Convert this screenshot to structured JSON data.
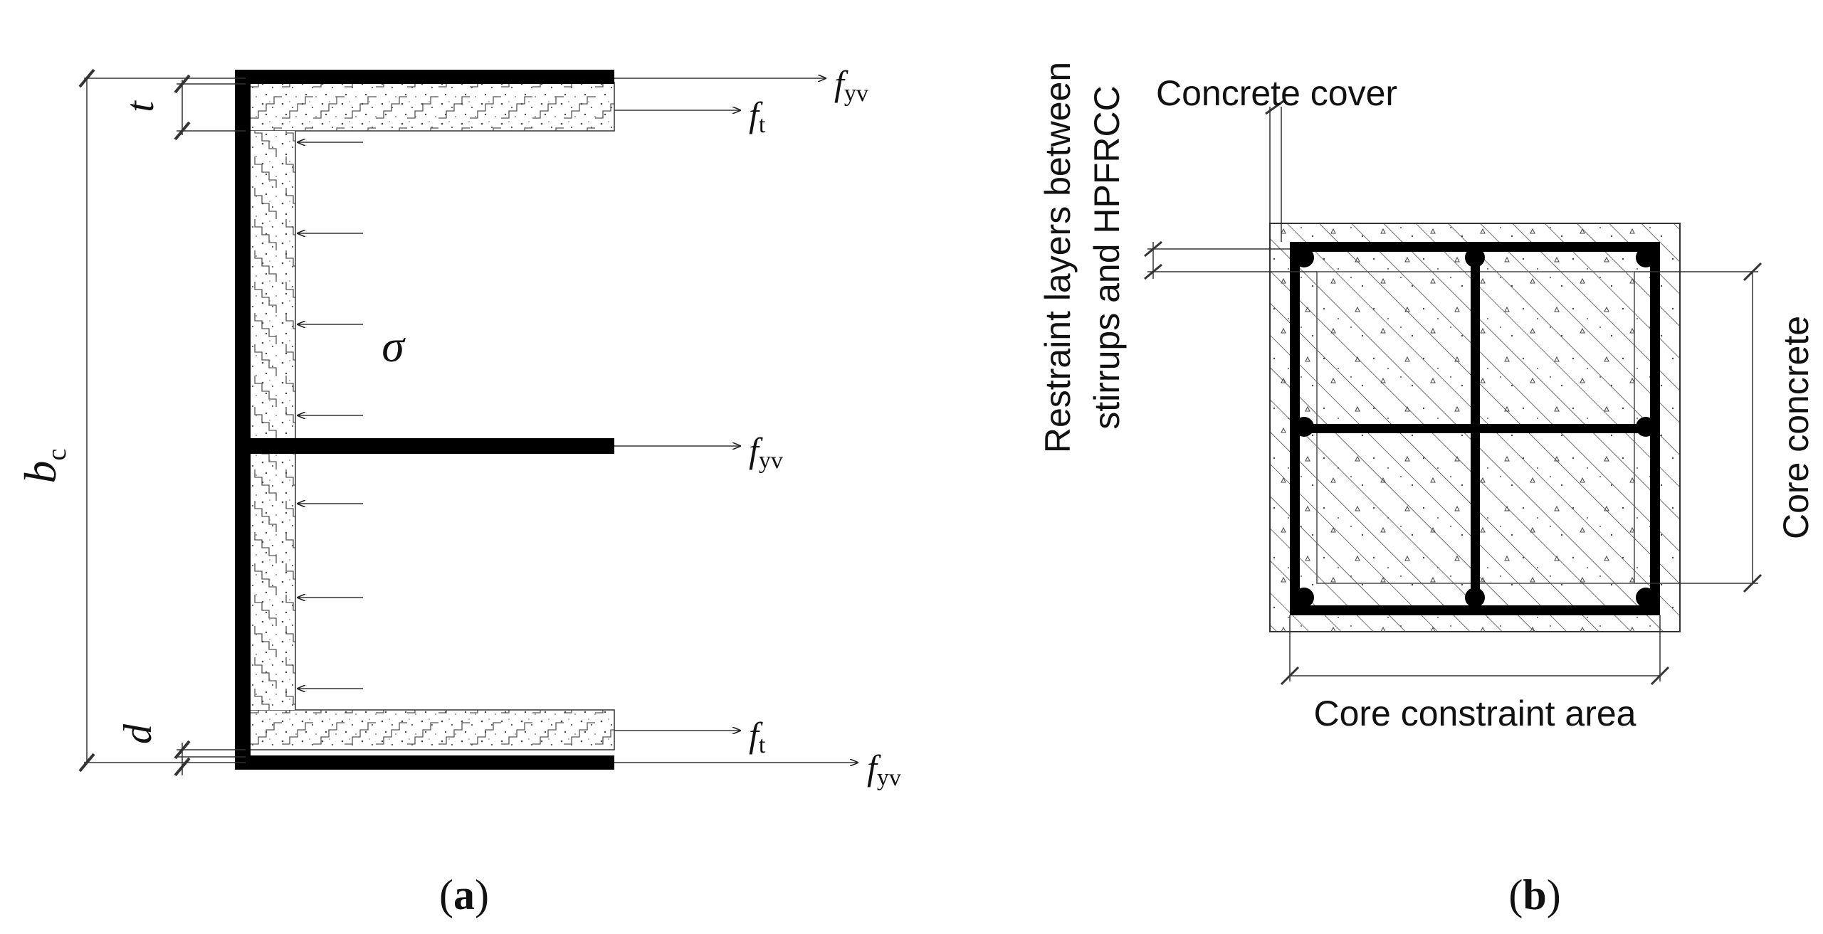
{
  "panel_a": {
    "caption_open": "(",
    "caption_letter": "a",
    "caption_close": ")",
    "label_t": "t",
    "label_d": "d",
    "label_bc_main": "b",
    "label_bc_sub": "c",
    "label_sigma": "σ",
    "force_fyv_main": "f",
    "force_fyv_sub": "yv",
    "force_ft_main": "f",
    "force_ft_sub": "t"
  },
  "panel_b": {
    "caption_open": "(",
    "caption_letter": "b",
    "caption_close": ")",
    "label_concrete_cover": "Concrete cover",
    "label_restraint_line1": "Restraint layers between",
    "label_restraint_line2": "stirrups and HPFRCC",
    "label_core_concrete": "Core concrete",
    "label_core_constraint_area": "Core constraint area"
  }
}
